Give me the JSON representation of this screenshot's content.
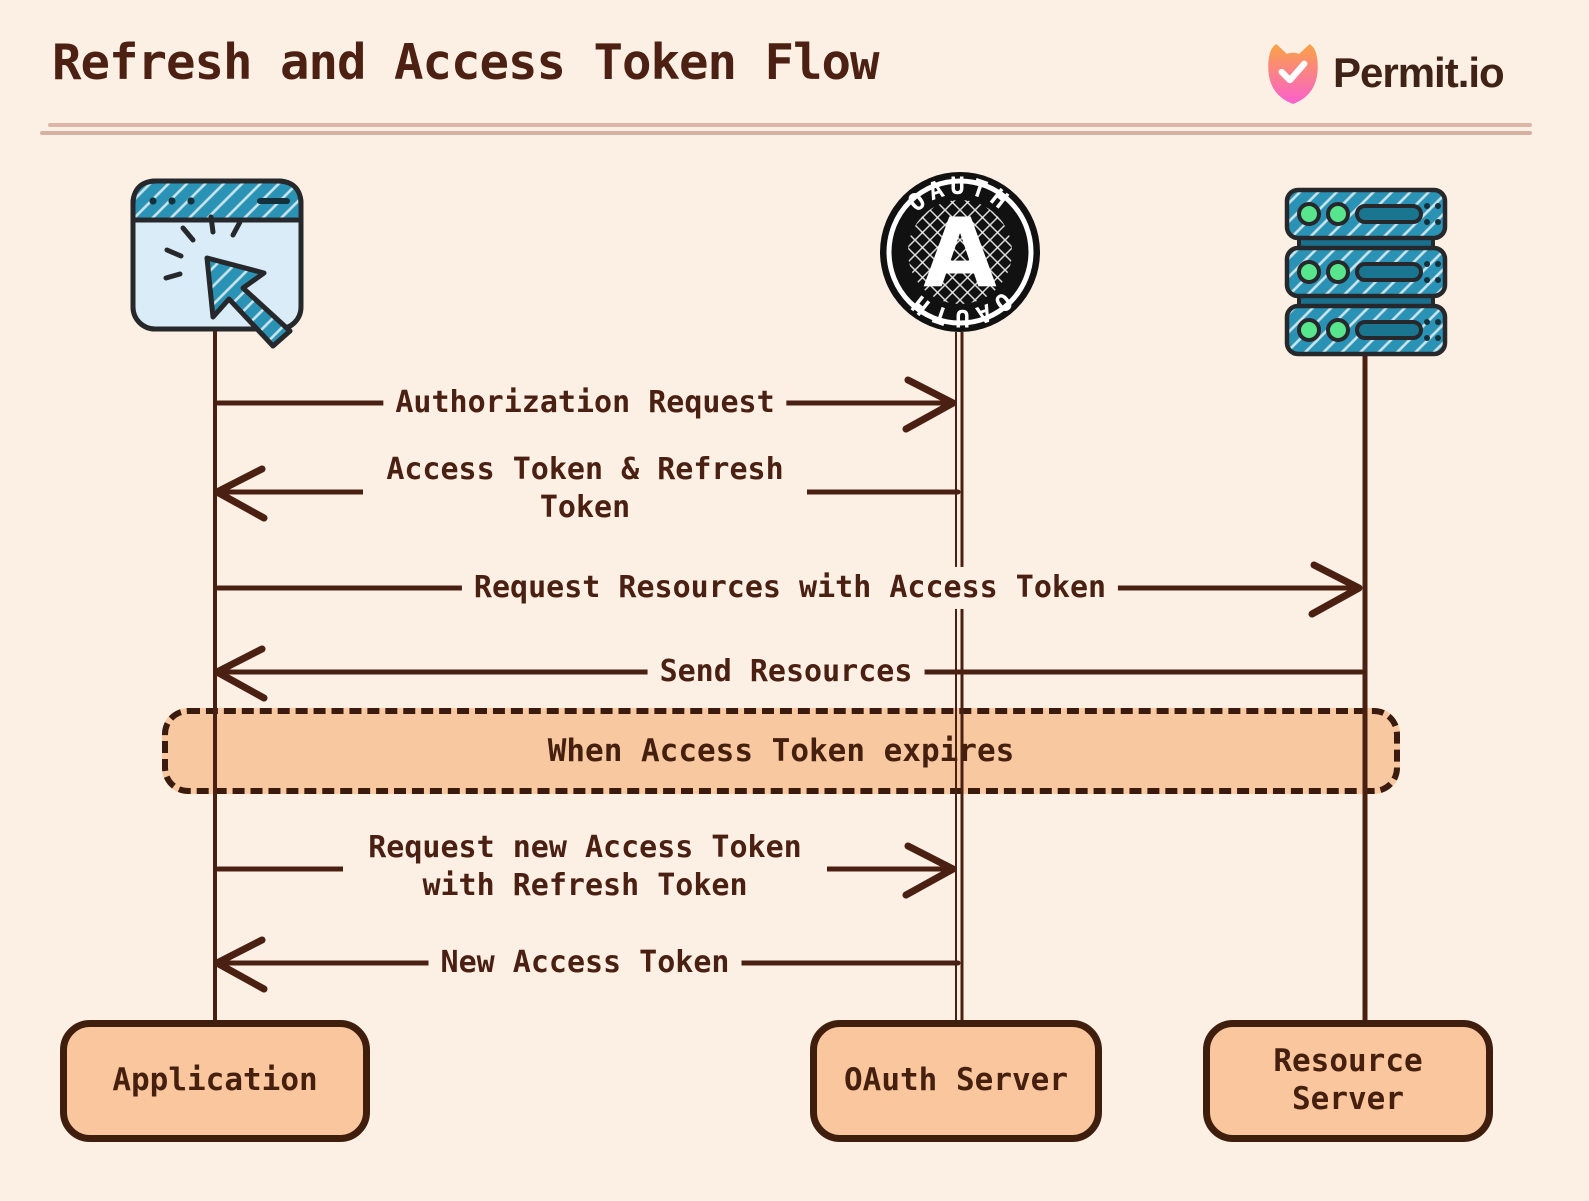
{
  "header": {
    "title": "Refresh and Access Token Flow",
    "brand": "Permit.io"
  },
  "actors": {
    "application": {
      "label": "Application"
    },
    "oauth": {
      "label": "OAuth Server",
      "badge_text_top": "OAUTH",
      "badge_text_bottom": "OAUTH",
      "badge_letter": "A"
    },
    "resource": {
      "label": "Resource Server"
    }
  },
  "messages": [
    {
      "label": "Authorization Request",
      "from": "application",
      "to": "oauth",
      "direction": "right"
    },
    {
      "label": "Access Token & Refresh Token",
      "from": "oauth",
      "to": "application",
      "direction": "left"
    },
    {
      "label": "Request Resources with Access Token",
      "from": "application",
      "to": "resource",
      "direction": "right"
    },
    {
      "label": "Send Resources",
      "from": "resource",
      "to": "application",
      "direction": "left"
    },
    {
      "label": "Request new Access Token with Refresh Token",
      "from": "application",
      "to": "oauth",
      "direction": "right"
    },
    {
      "label": "New Access Token",
      "from": "oauth",
      "to": "application",
      "direction": "left"
    }
  ],
  "note": {
    "label": "When Access Token expires"
  },
  "colors": {
    "background": "#fcefe3",
    "line_brown": "#4a2013",
    "box_fill": "#f9c69d",
    "box_border": "#3f1e0e",
    "note_fill": "#f8c8a0",
    "divider": "#dbb6a9",
    "teal": "#2a93b5",
    "teal_dark": "#19708e",
    "window_body": "#d9ecf7",
    "green_led": "#57e68e",
    "badge_black": "#111111",
    "logo_orange": "#f9a344",
    "logo_pink": "#fb5fd0"
  }
}
